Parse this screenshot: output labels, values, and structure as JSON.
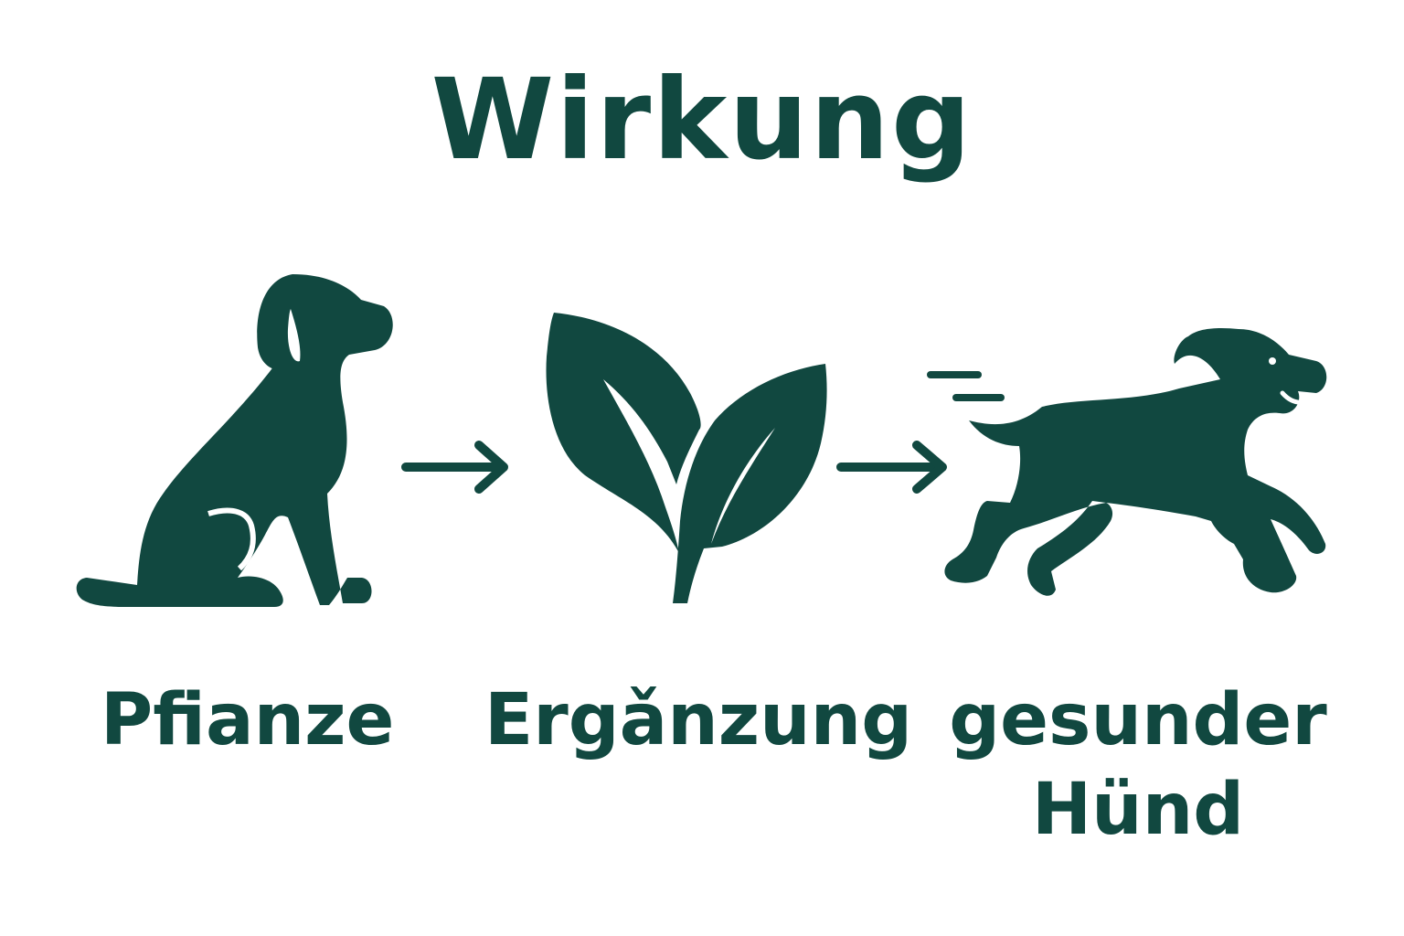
{
  "colors": {
    "primary": "#114840",
    "background": "#ffffff"
  },
  "title": "Wirkung",
  "steps": [
    {
      "icon": "sitting-dog-icon",
      "label": "Pfianze"
    },
    {
      "icon": "plant-sprout-icon",
      "label": "Ergǎnzung"
    },
    {
      "icon": "running-dog-icon",
      "label_line1": "gesunder",
      "label_line2": "Hünd"
    }
  ],
  "connectors": [
    {
      "icon": "arrow-right-icon"
    },
    {
      "icon": "arrow-right-icon"
    }
  ]
}
